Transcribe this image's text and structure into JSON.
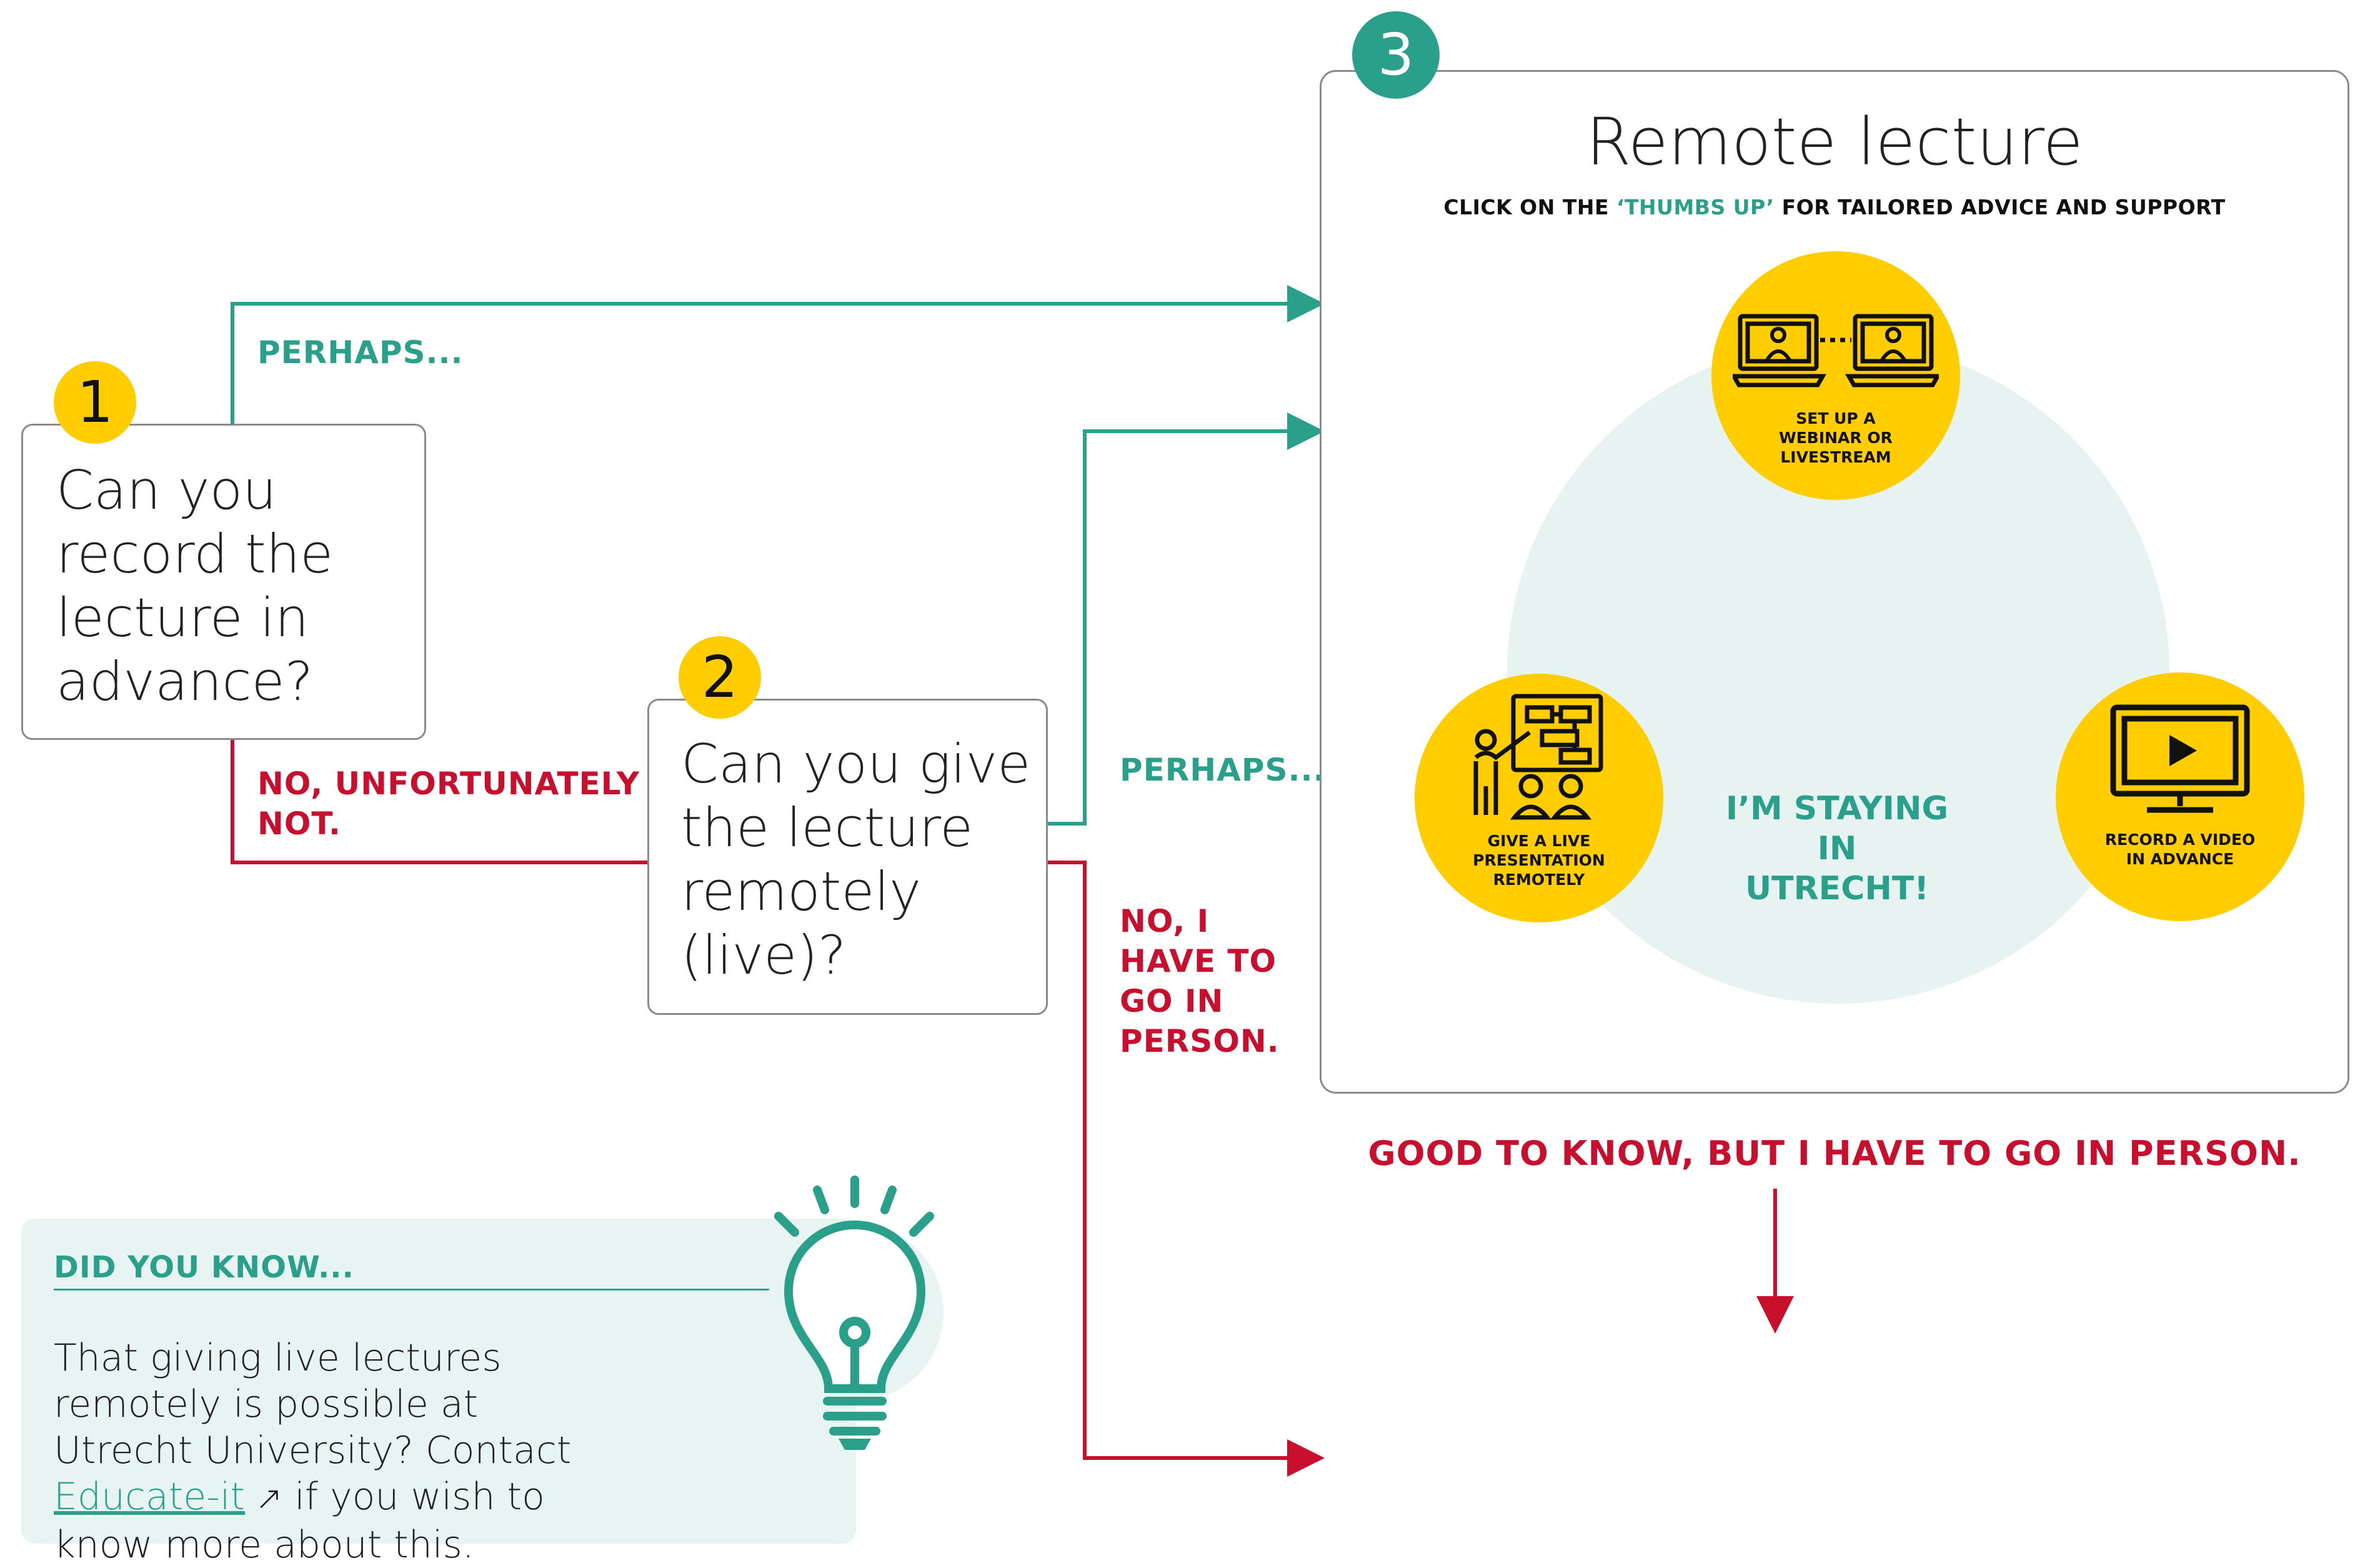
{
  "steps": [
    {
      "number": "1",
      "question": "Can you record the lecture in advance?"
    },
    {
      "number": "2",
      "question": "Can you give the lecture remotely (live)?"
    },
    {
      "number": "3"
    }
  ],
  "flow_labels": {
    "q1_perhaps": "PERHAPS...",
    "q1_no": "NO, UNFORTUNATELY NOT.",
    "q2_perhaps": "PERHAPS...",
    "q2_no": "NO, I HAVE TO GO IN PERSON."
  },
  "panel": {
    "title": "Remote lecture",
    "subtitle_pre": "CLICK ON THE ",
    "subtitle_highlight": "‘THUMBS UP’",
    "subtitle_post": " FOR TAILORED ADVICE AND SUPPORT",
    "center_text": "I’M STAYING IN UTRECHT!",
    "options": [
      {
        "label": "SET UP A WEBINAR OR LIVESTREAM",
        "icon": "laptops-icon"
      },
      {
        "label": "GIVE A LIVE PRESENTATION REMOTELY",
        "icon": "presenter-icon"
      },
      {
        "label": "RECORD A VIDEO IN ADVANCE",
        "icon": "video-monitor-icon"
      }
    ]
  },
  "bottom_label": "GOOD TO KNOW, BUT I HAVE TO GO IN PERSON.",
  "did_you_know": {
    "title": "DID YOU KNOW...",
    "body_pre": "That giving live lectures remotely is possible at Utrecht University? Contact ",
    "link_text": "Educate-it",
    "body_post": " if you wish to know more about this.",
    "icon": "lightbulb-icon"
  },
  "colors": {
    "teal": "#2aa08a",
    "red": "#c8102e",
    "yellow": "#ffcd00",
    "light_teal_bg": "#e8f4f1",
    "circle_bg": "#e6f3f0"
  }
}
